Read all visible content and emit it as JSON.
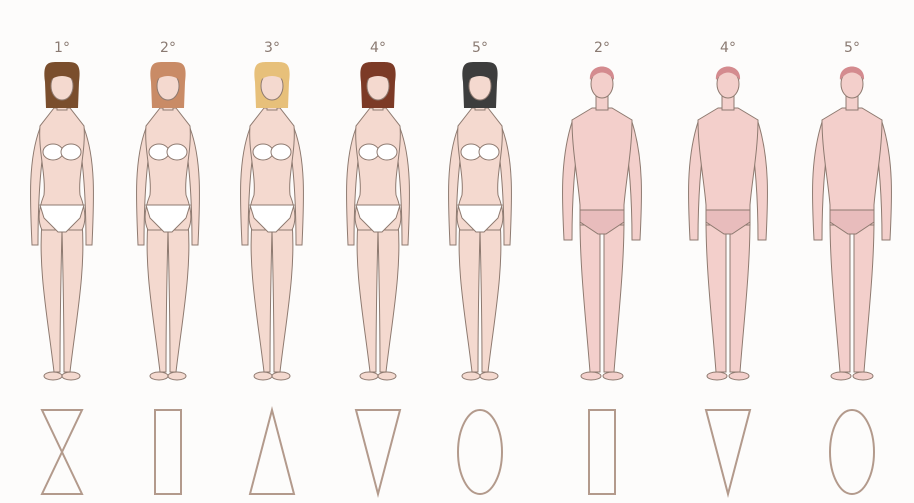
{
  "colors": {
    "skin_female": "#f4d9cf",
    "skin_male": "#f3cfcb",
    "outline": "#8e7a70",
    "underwear": "#ffffff",
    "male_brief": "#e8bcbc",
    "shape_stroke": "#b39a8c"
  },
  "figures": [
    {
      "label": "1°",
      "gender": "female",
      "hair_color": "#7a4e2d",
      "shape": "hourglass"
    },
    {
      "label": "2°",
      "gender": "female",
      "hair_color": "#c98b66",
      "shape": "rectangle"
    },
    {
      "label": "3°",
      "gender": "female",
      "hair_color": "#e7c07a",
      "shape": "triangle"
    },
    {
      "label": "4°",
      "gender": "female",
      "hair_color": "#7c3a26",
      "shape": "inverted-triangle"
    },
    {
      "label": "5°",
      "gender": "female",
      "hair_color": "#3d3d3d",
      "shape": "oval"
    },
    {
      "label": "2°",
      "gender": "male",
      "hair_color": "#d48b8f",
      "shape": "rectangle"
    },
    {
      "label": "4°",
      "gender": "male",
      "hair_color": "#d48b8f",
      "shape": "inverted-triangle"
    },
    {
      "label": "5°",
      "gender": "male",
      "hair_color": "#d48b8f",
      "shape": "oval"
    }
  ]
}
